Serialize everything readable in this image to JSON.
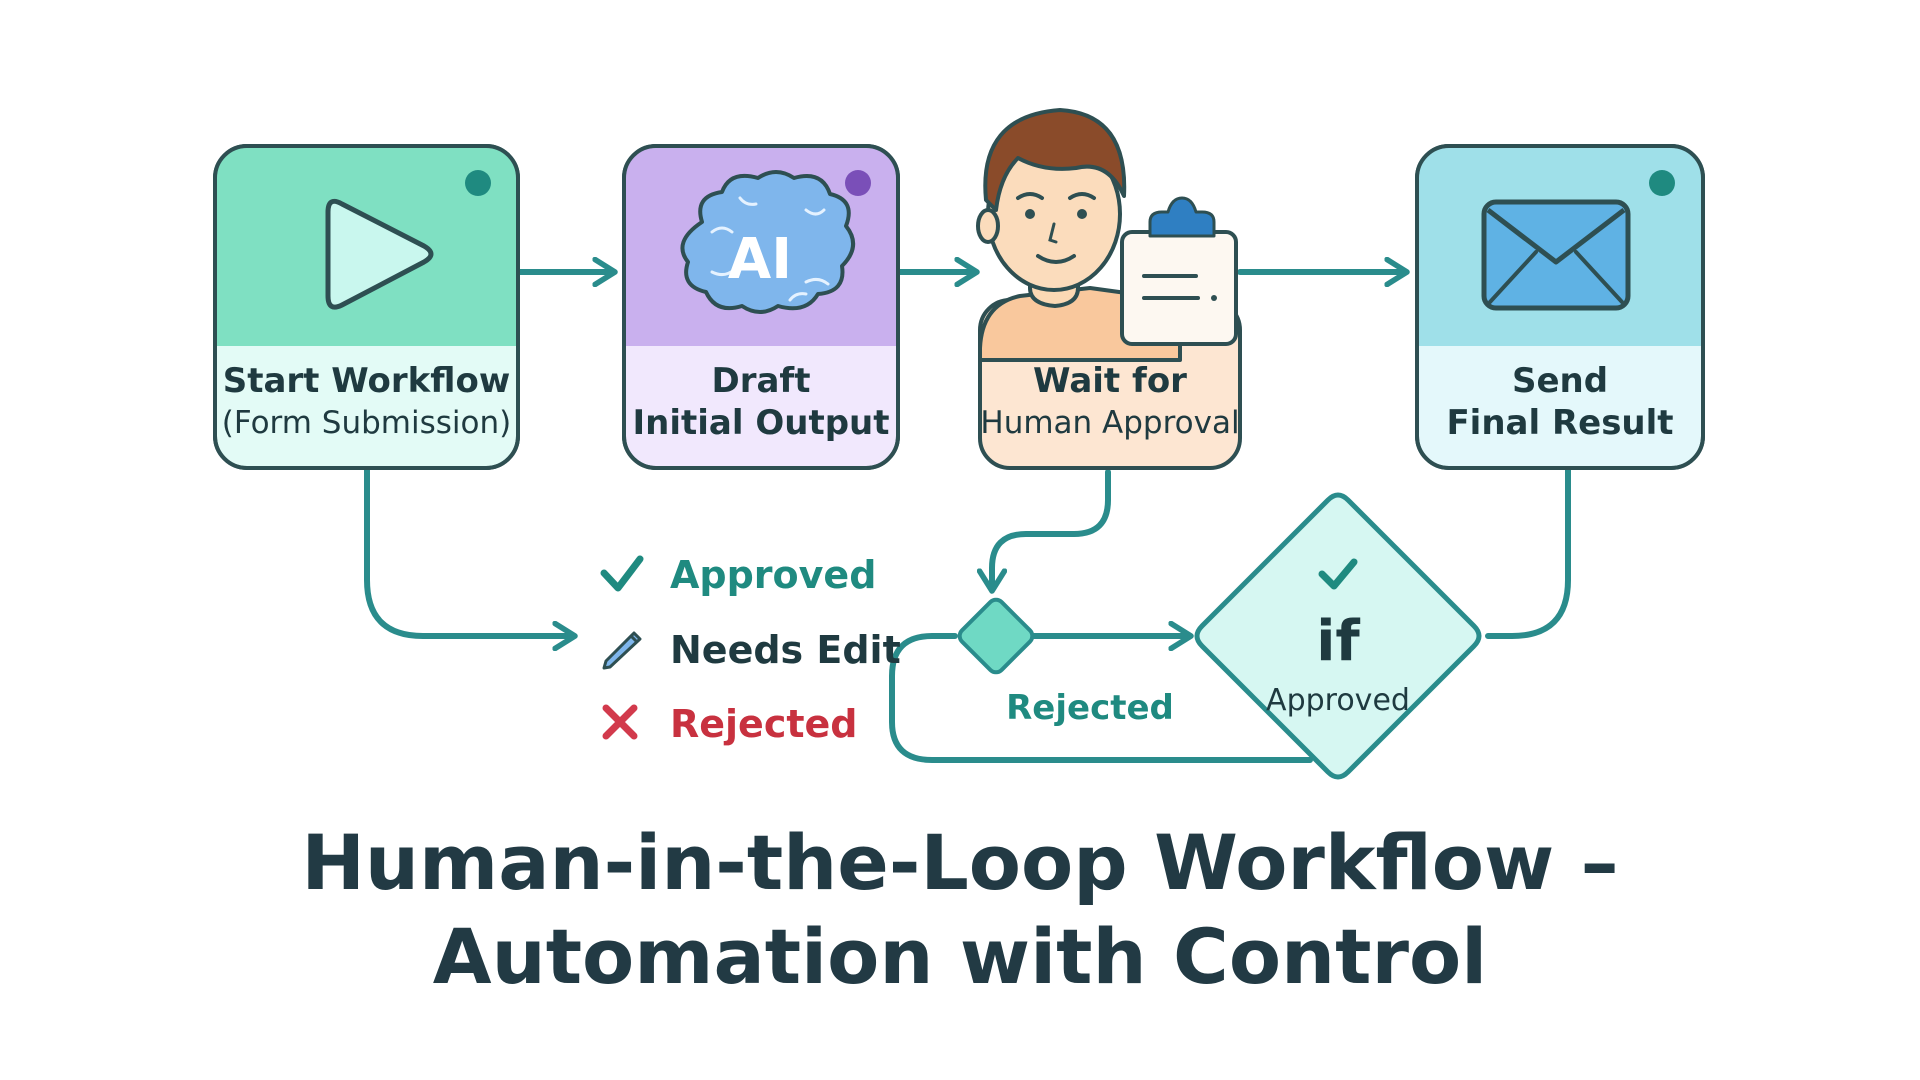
{
  "nodes": {
    "start": {
      "title": "Start Workflow",
      "subtitle": "(Form Submission)"
    },
    "draft": {
      "line1": "Draft",
      "line2": "Initial Output",
      "icon_text": "AI"
    },
    "wait": {
      "line1": "Wait for",
      "line2": "Human Approval"
    },
    "send": {
      "line1": "Send",
      "line2": "Final Result"
    }
  },
  "legend": {
    "approved": "Approved",
    "needs_edit": "Needs Edit",
    "rejected": "Rejected"
  },
  "branch": {
    "rejected_label": "Rejected",
    "decision_keyword": "if",
    "decision_label": "Approved"
  },
  "title": {
    "line1": "Human-in-the-Loop Workflow –",
    "line2": "Automation with Control"
  },
  "colors": {
    "start": "#7fe0c2",
    "draft": "#c9b0ee",
    "wait": "#f9c89d",
    "send": "#9fe0e9",
    "connector": "#2a8c8c",
    "approved": "#1f8a80",
    "rejected": "#d23a4c",
    "text": "#1f3a40"
  },
  "icons": [
    "play-icon",
    "ai-brain-icon",
    "person-avatar",
    "clipboard-icon",
    "envelope-icon",
    "check-icon",
    "pencil-icon",
    "x-icon"
  ]
}
